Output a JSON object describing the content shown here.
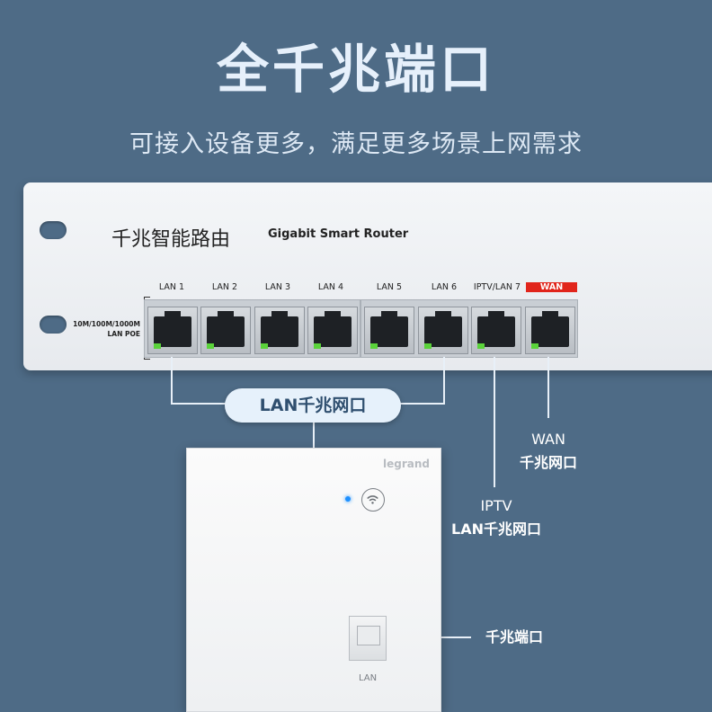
{
  "header": {
    "title": "全千兆端口",
    "subtitle": "可接入设备更多，满足更多场景上网需求"
  },
  "router": {
    "name_cn": "千兆智能路由",
    "name_en": "Gigabit Smart Router",
    "speed_label_line1": "10M/100M/1000M",
    "speed_label_line2": "LAN POE",
    "ports": [
      {
        "label": "LAN 1"
      },
      {
        "label": "LAN 2"
      },
      {
        "label": "LAN 3"
      },
      {
        "label": "LAN 4"
      },
      {
        "label": "LAN 5"
      },
      {
        "label": "LAN 6"
      },
      {
        "label": "IPTV/LAN 7"
      },
      {
        "label": "WAN"
      }
    ],
    "accent_color": "#e1251b"
  },
  "callouts": {
    "lan_pill": "LAN千兆网口",
    "wan_line1": "WAN",
    "wan_line2": "千兆网口",
    "iptv_line1": "IPTV",
    "iptv_line2": "LAN千兆网口",
    "ap_port": "千兆端口"
  },
  "ap": {
    "brand": "legrand",
    "port_label": "LAN",
    "icon": "wifi-icon"
  }
}
